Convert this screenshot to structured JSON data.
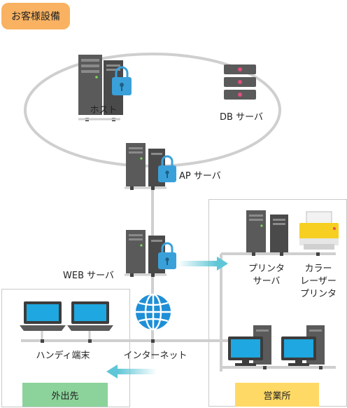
{
  "header": {
    "title": "お客様設備"
  },
  "nodes": {
    "host": "ホスト",
    "db_server": "DB サーバ",
    "ap_server": "AP サーバ",
    "web_server": "WEB サーバ",
    "internet": "インターネット",
    "handy_terminal": "ハンディ端末",
    "printer_server_line1": "プリンタ",
    "printer_server_line2": "サーバ",
    "color_laser_line1": "カラー",
    "color_laser_line2": "レーザー",
    "color_laser_line3": "プリンタ"
  },
  "zones": {
    "remote": "外出先",
    "office": "営業所"
  },
  "colors": {
    "header_badge": "#f8b261",
    "remote_tag": "#8bd39a",
    "office_tag": "#ffd966",
    "arrow": "#5ec6d6",
    "line": "#cfcfcf"
  }
}
